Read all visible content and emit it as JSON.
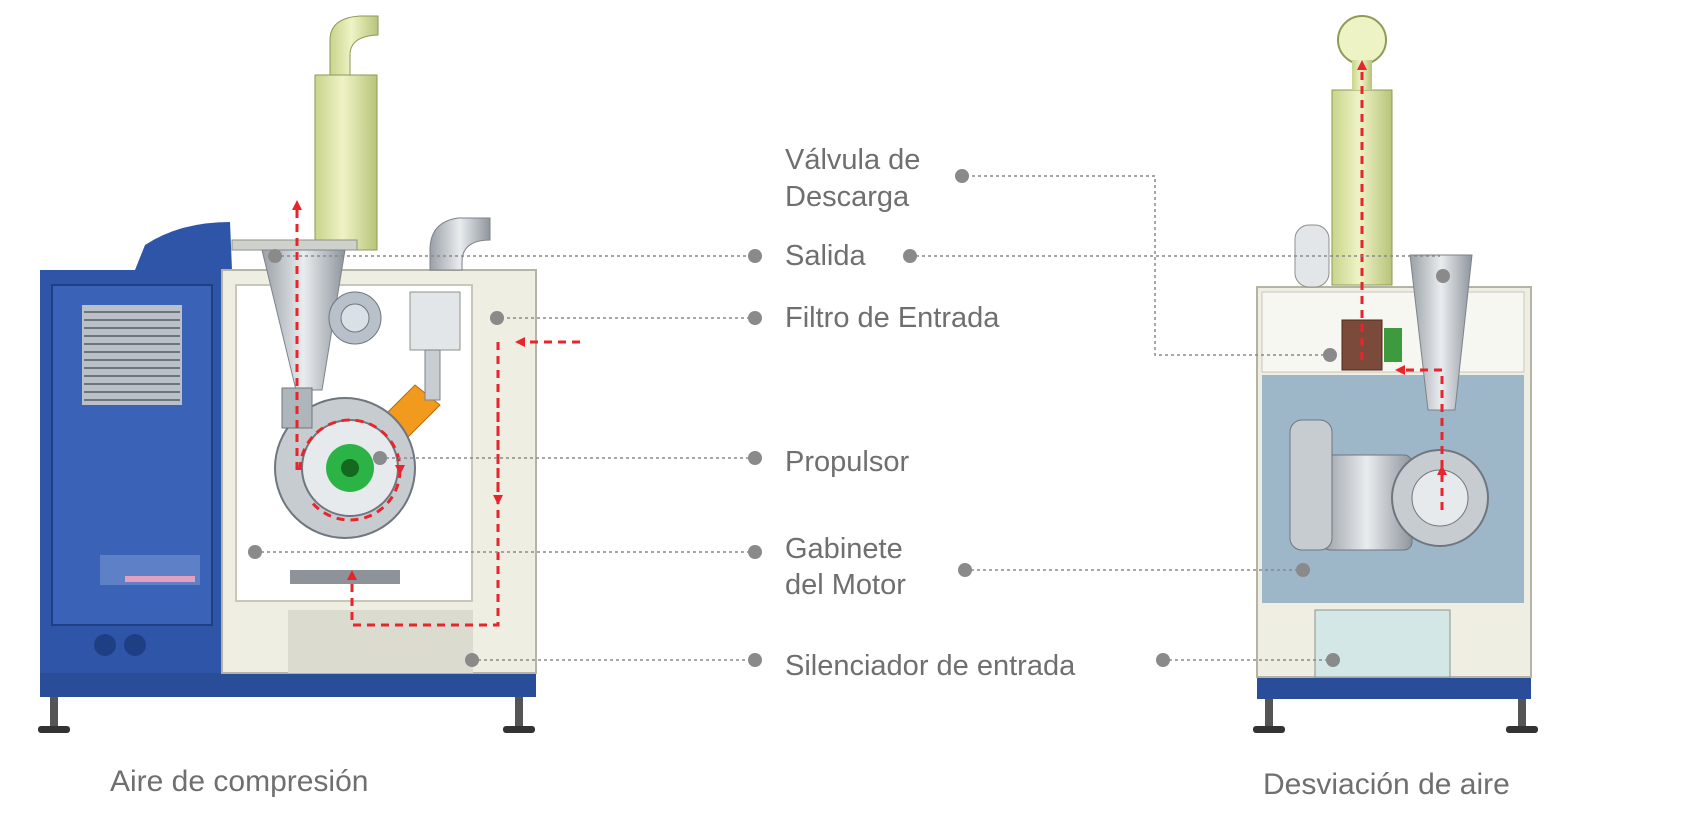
{
  "labels": {
    "valvula_l1": "Válvula de",
    "valvula_l2": "Descarga",
    "salida": "Salida",
    "filtro": "Filtro de Entrada",
    "propulsor": "Propulsor",
    "gabinete_l1": "Gabinete",
    "gabinete_l2": "del Motor",
    "silenciador": "Silenciador de entrada"
  },
  "captions": {
    "left": "Aire de compresión",
    "right": "Desviación de aire"
  },
  "colors": {
    "label_text": "#6f6f6f",
    "leader_line": "#8a8a8a",
    "airflow_arrow": "#e8242c",
    "cabinet_blue": "#2f55a8",
    "silencer_yellow": "#e7edbd",
    "frame_beige": "#efeee3",
    "panel_gray_blue": "#9db6c8",
    "motor_orange": "#f29a1e",
    "fan_green": "#22a838"
  }
}
